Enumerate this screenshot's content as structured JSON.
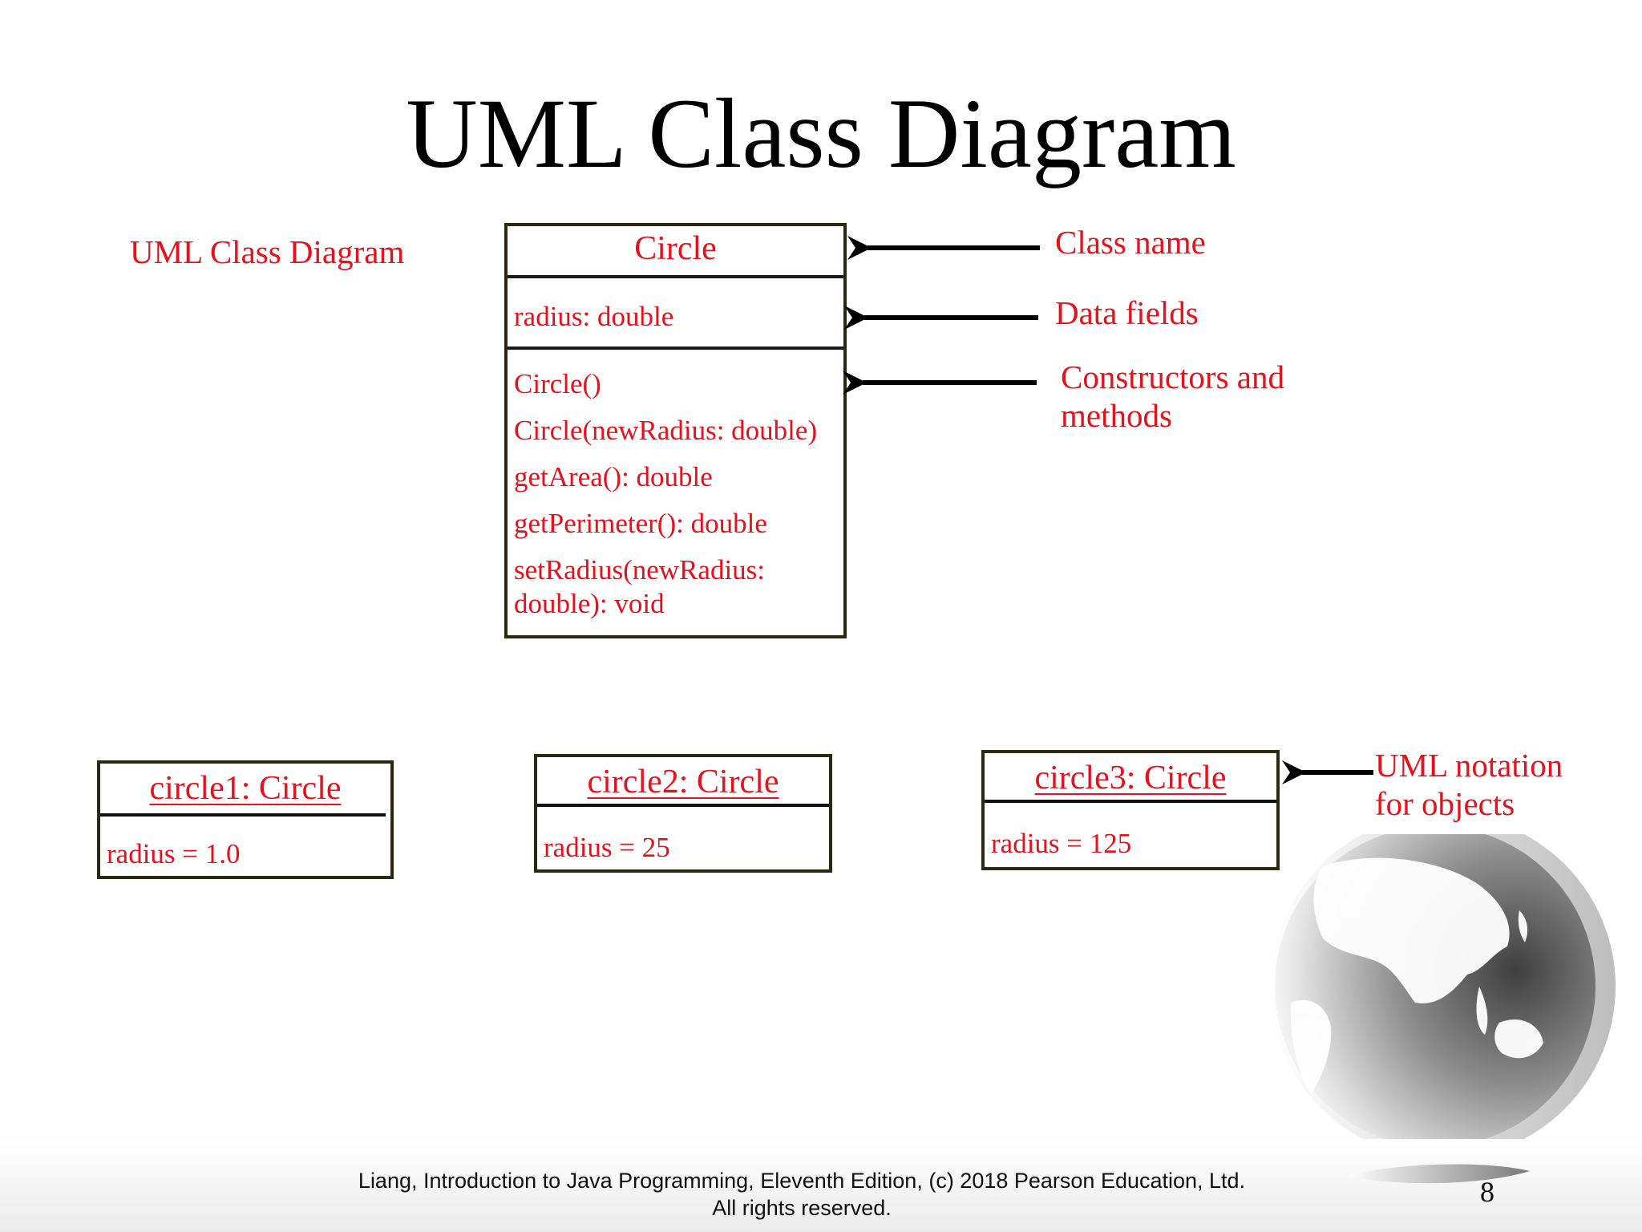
{
  "slide": {
    "title": "UML Class Diagram",
    "side_label": "UML Class Diagram",
    "footer_line1": "Liang, Introduction to Java Programming, Eleventh Edition, (c) 2018 Pearson Education, Ltd.",
    "footer_line2": "All rights reserved.",
    "page_number": "8"
  },
  "class_diagram": {
    "name": "Circle",
    "fields": [
      "radius: double"
    ],
    "methods": [
      "Circle()",
      "Circle(newRadius: double)",
      "getArea(): double",
      "getPerimeter(): double",
      "setRadius(newRadius:",
      "double): void"
    ]
  },
  "annotations": {
    "class_name": "Class name",
    "data_fields": "Data fields",
    "constructors_line1": "Constructors and",
    "constructors_line2": "methods",
    "objects_line1": "UML notation",
    "objects_line2": "for objects"
  },
  "objects": [
    {
      "name": "circle1: Circle",
      "field": "radius = 1.0"
    },
    {
      "name": "circle2: Circle",
      "field": "radius = 25"
    },
    {
      "name": "circle3: Circle",
      "field": "radius = 125"
    }
  ],
  "colors": {
    "text_accent": "#e8101a",
    "box_border": "#2b2a0e",
    "arrow": "#000000"
  },
  "icons": {
    "decoration": "globe-icon",
    "arrow": "arrow-left-icon"
  }
}
